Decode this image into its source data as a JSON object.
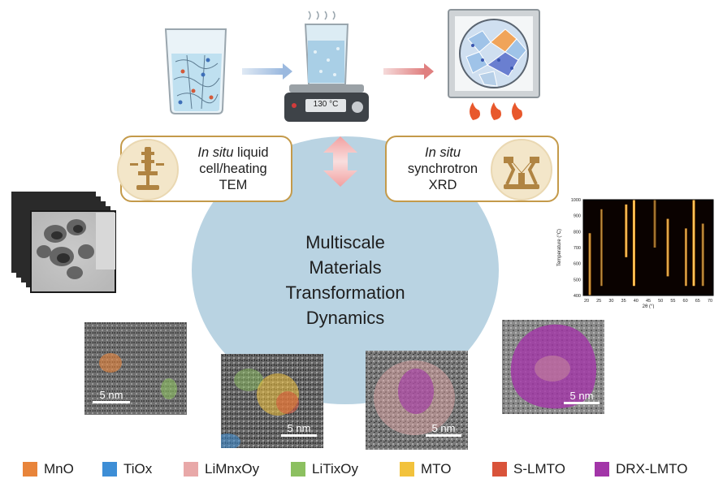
{
  "center": {
    "lines": [
      "Multiscale",
      "Materials",
      "Transformation",
      "Dynamics"
    ]
  },
  "hotplate": {
    "temperature": "130 °C"
  },
  "left_technique": {
    "italic": "In situ",
    "rest_line1": " liquid",
    "line2": "cell/heating",
    "line3": "TEM",
    "icon": "microscope-icon"
  },
  "right_technique": {
    "italic": "In situ",
    "line2": "synchrotron",
    "line3": "XRD",
    "icon": "diffractometer-icon"
  },
  "scale_bars": {
    "a": "5 nm",
    "b": "5 nm",
    "c": "5 nm",
    "d": "5 nm"
  },
  "xrd": {
    "ylabel": "Temperature (°C)",
    "xlabel": "2θ (°)",
    "yticks": [
      "1000",
      "900",
      "800",
      "700",
      "600",
      "500",
      "400"
    ],
    "xticks": [
      "20",
      "25",
      "30",
      "35",
      "40",
      "45",
      "50",
      "55",
      "60",
      "65",
      "70"
    ],
    "colors": {
      "background": "#0a0200",
      "line": "#ff9a1a",
      "hot": "#fff2a0"
    }
  },
  "legend": [
    {
      "label": "MnO",
      "color": "#e8843a"
    },
    {
      "label": "TiOx",
      "color": "#3d8ed6"
    },
    {
      "label": "LiMnxOy",
      "color": "#e8a8a8"
    },
    {
      "label": "LiTixOy",
      "color": "#8cc060"
    },
    {
      "label": "MTO",
      "color": "#f2c23c"
    },
    {
      "label": "S-LMTO",
      "color": "#d9533a"
    },
    {
      "label": "DRX-LMTO",
      "color": "#a235a8"
    }
  ]
}
